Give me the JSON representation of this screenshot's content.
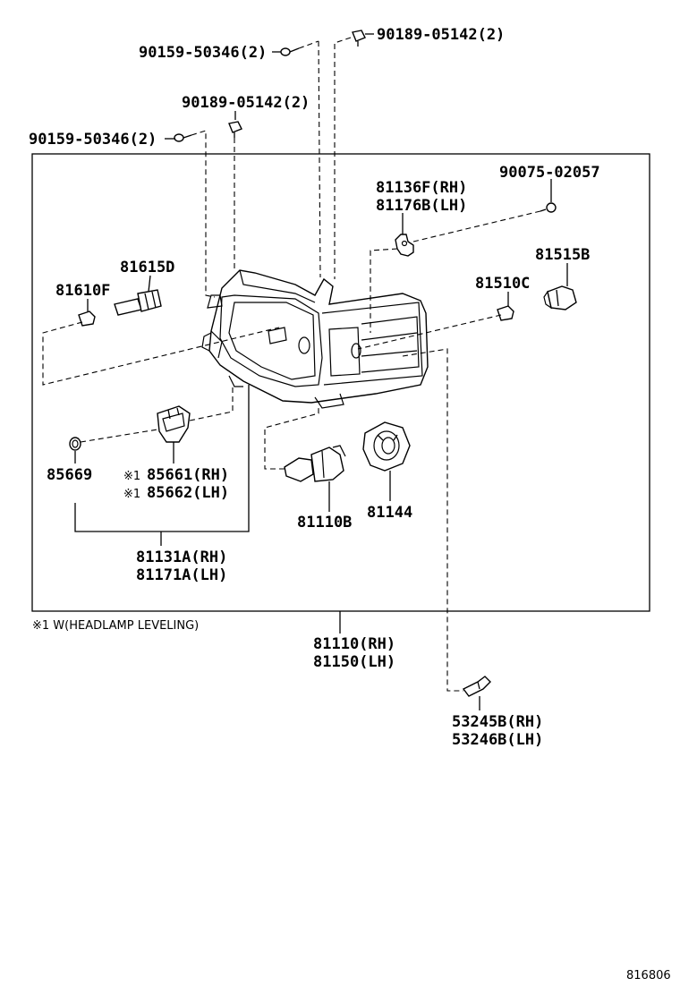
{
  "labels": {
    "screw_top_left": "90159-50346(2)",
    "screw_top_right": "90189-05142(2)",
    "screw_mid": "90189-05142(2)",
    "screw_left": "90159-50346(2)",
    "screw_right": "90075-02057",
    "bracket_rh": "81136F(RH)",
    "bracket_lh": "81176B(LH)",
    "socket_side": "81515B",
    "bulb_side": "81510C",
    "socket_pos": "81615D",
    "bulb_pos": "81610F",
    "oring": "85669",
    "leveler_rh": "85661(RH)",
    "leveler_lh": "85662(LH)",
    "leveler_mark_1": "※1",
    "leveler_mark_2": "※1",
    "main_bulb": "81110B",
    "cover": "81144",
    "unit_rh": "81131A(RH)",
    "unit_lh": "81171A(LH)",
    "assy_rh": "81110(RH)",
    "assy_lh": "81150(LH)",
    "clip_rh": "53245B(RH)",
    "clip_lh": "53246B(LH)"
  },
  "note": "※1  W(HEADLAMP LEVELING)",
  "diagram_code": "816806"
}
